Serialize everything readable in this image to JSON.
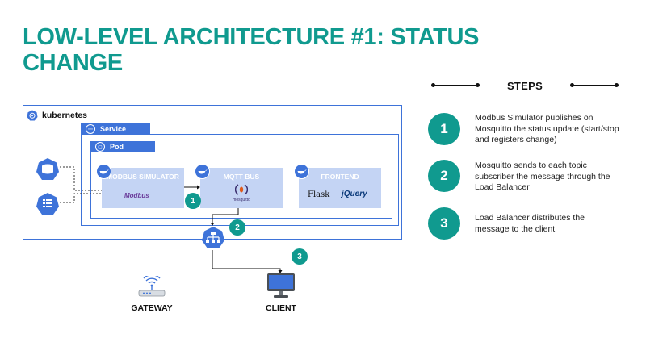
{
  "slide": {
    "title_line1": "LOW-LEVEL ARCHITECTURE #1: STATUS",
    "title_line2": "CHANGE",
    "accent_color": "#109a8f",
    "k8s_color": "#3e73d9"
  },
  "steps": {
    "heading": "STEPS",
    "items": [
      {
        "number": "1",
        "text": "Modbus Simulator publishes on Mosquitto the status update (start/stop and registers change)"
      },
      {
        "number": "2",
        "text": "Mosquitto sends to each topic subscriber the message through the Load Balancer"
      },
      {
        "number": "3",
        "text": "Load Balancer distributes the message to the client"
      }
    ]
  },
  "diagram": {
    "kubernetes_label": "kubernetes",
    "service_label": "Service",
    "pod_label": "Pod",
    "containers": [
      {
        "title": "MODBUS SIMULATOR",
        "logo": "Modbus"
      },
      {
        "title": "MQTT BUS",
        "logo": "mosquitto"
      },
      {
        "title": "FRONTEND",
        "logo_a": "Flask",
        "logo_b": "jQuery"
      }
    ],
    "markers": [
      "1",
      "2",
      "3"
    ],
    "gateway_label": "GATEWAY",
    "client_label": "CLIENT",
    "icons": [
      "kubernetes-icon",
      "database-icon",
      "config-icon",
      "docker-icon",
      "load-balancer-icon",
      "router-icon",
      "monitor-icon"
    ]
  }
}
